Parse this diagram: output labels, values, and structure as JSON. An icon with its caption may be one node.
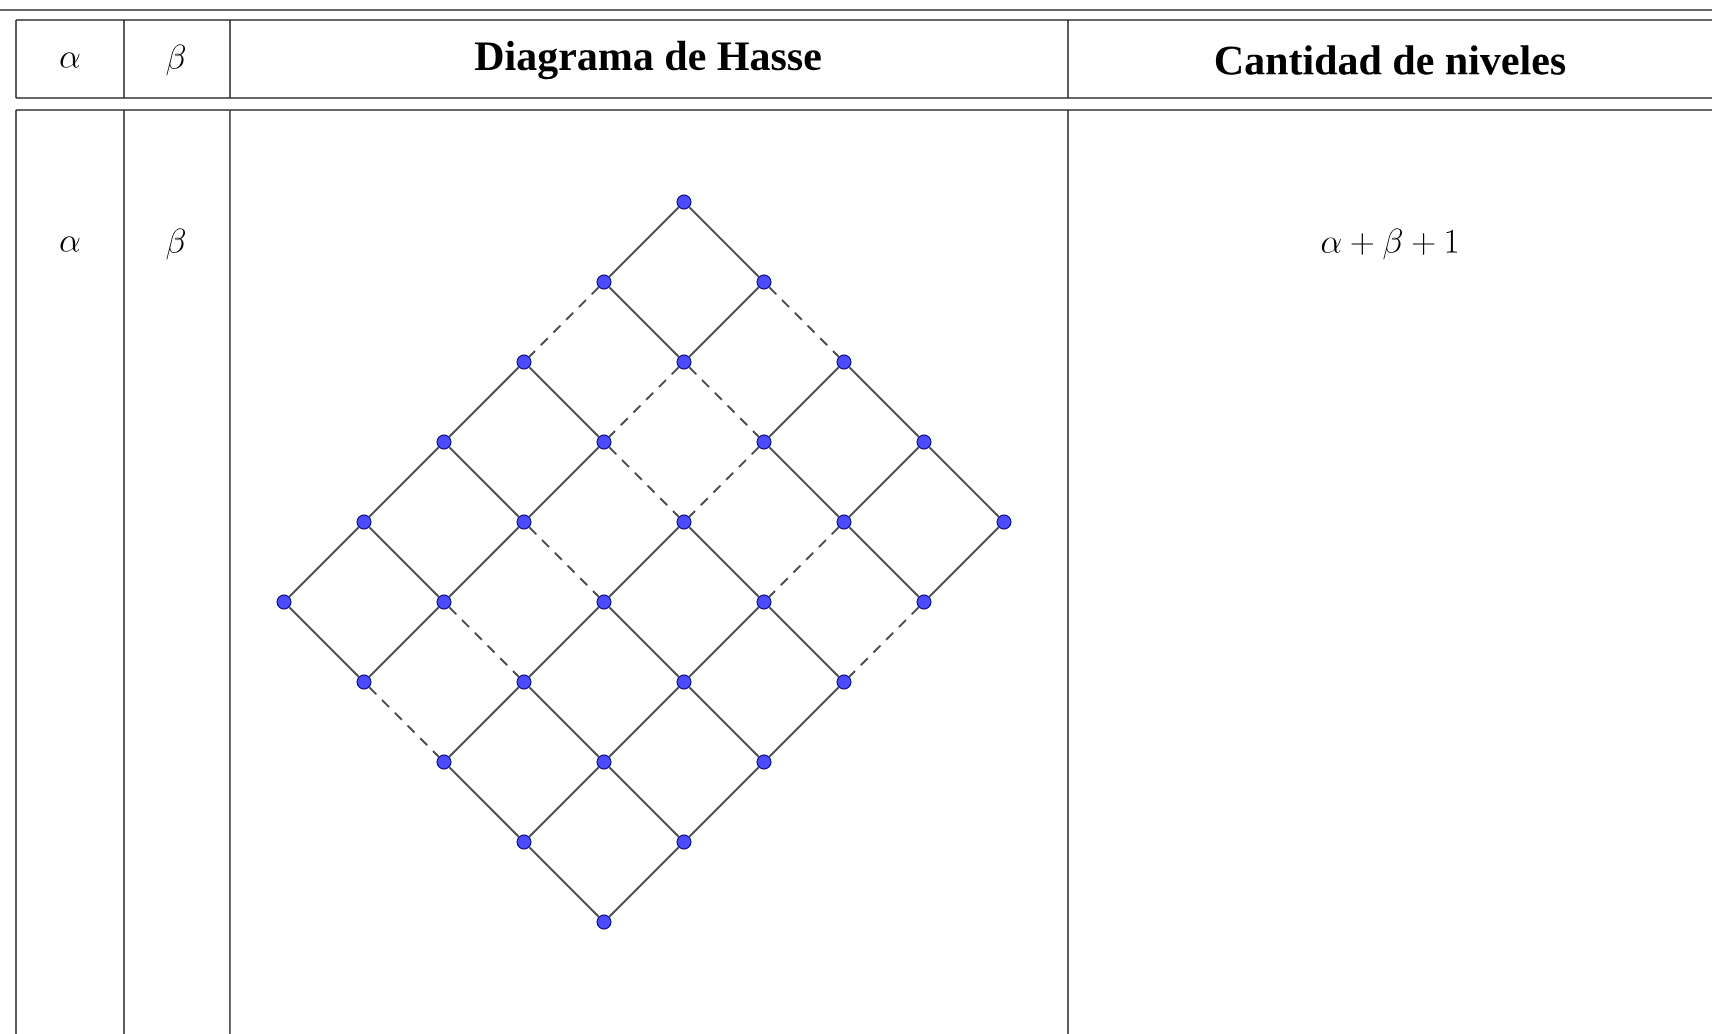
{
  "diagram": {
    "nodes": [
      {
        "text": [],
        "shape": "circle"
      },
      {
        "text": [],
        "shape": "circle"
      },
      {
        "text": [],
        "shape": "circle"
      },
      {
        "text": [],
        "shape": "circle"
      },
      {
        "text": [],
        "shape": "circle"
      },
      {
        "text": [],
        "shape": "circle"
      },
      {
        "text": [],
        "shape": "circle"
      },
      {
        "text": [],
        "shape": "circle"
      },
      {
        "text": [],
        "shape": "circle"
      },
      {
        "text": [],
        "shape": "circle"
      },
      {
        "text": [],
        "shape": "circle"
      },
      {
        "text": [],
        "shape": "circle"
      },
      {
        "text": [],
        "shape": "circle"
      },
      {
        "text": [],
        "shape": "circle"
      },
      {
        "text": [],
        "shape": "circle"
      },
      {
        "text": [],
        "shape": "circle"
      },
      {
        "text": [],
        "shape": "circle"
      },
      {
        "text": [],
        "shape": "circle"
      },
      {
        "text": [],
        "shape": "circle"
      },
      {
        "text": [],
        "shape": "circle"
      },
      {
        "text": [],
        "shape": "circle"
      },
      {
        "text": [],
        "shape": "circle"
      },
      {
        "text": [],
        "shape": "circle"
      },
      {
        "text": [],
        "shape": "circle"
      },
      {
        "text": [],
        "shape": "circle"
      },
      {
        "text": [],
        "shape": "circle"
      },
      {
        "text": [],
        "shape": "circle"
      },
      {
        "text": [],
        "shape": "circle"
      },
      {
        "text": [],
        "shape": "circle"
      },
      {
        "text": [],
        "shape": "circle"
      }
    ],
    "edges": [
      {
        "from": 0,
        "to": 1,
        "arrow": "none"
      },
      {
        "from": 0,
        "to": 5,
        "arrow": "none"
      },
      {
        "from": 1,
        "to": 2,
        "arrow": "none",
        "style": "dashed"
      },
      {
        "from": 1,
        "to": 6,
        "arrow": "none"
      },
      {
        "from": 2,
        "to": 3,
        "arrow": "none"
      },
      {
        "from": 2,
        "to": 7,
        "arrow": "none"
      },
      {
        "from": 3,
        "to": 4,
        "arrow": "none"
      },
      {
        "from": 3,
        "to": 8,
        "arrow": "none"
      },
      {
        "from": 4,
        "to": 9,
        "arrow": "none"
      },
      {
        "from": 5,
        "to": 6,
        "arrow": "none"
      },
      {
        "from": 5,
        "to": 10,
        "arrow": "none",
        "style": "dashed"
      },
      {
        "from": 6,
        "to": 7,
        "arrow": "none",
        "style": "dashed"
      },
      {
        "from": 6,
        "to": 11,
        "arrow": "none",
        "style": "dashed"
      },
      {
        "from": 7,
        "to": 8,
        "arrow": "none"
      },
      {
        "from": 7,
        "to": 12,
        "arrow": "none",
        "style": "dashed"
      },
      {
        "from": 8,
        "to": 9,
        "arrow": "none"
      },
      {
        "from": 8,
        "to": 13,
        "arrow": "none",
        "style": "dashed"
      },
      {
        "from": 9,
        "to": 14,
        "arrow": "none",
        "style": "dashed"
      },
      {
        "from": 10,
        "to": 11,
        "arrow": "none"
      },
      {
        "from": 10,
        "to": 15,
        "arrow": "none"
      },
      {
        "from": 11,
        "to": 12,
        "arrow": "none",
        "style": "dashed"
      },
      {
        "from": 11,
        "to": 16,
        "arrow": "none"
      },
      {
        "from": 12,
        "to": 13,
        "arrow": "none"
      },
      {
        "from": 12,
        "to": 17,
        "arrow": "none"
      },
      {
        "from": 13,
        "to": 14,
        "arrow": "none"
      },
      {
        "from": 13,
        "to": 18,
        "arrow": "none"
      },
      {
        "from": 14,
        "to": 19,
        "arrow": "none"
      },
      {
        "from": 15,
        "to": 16,
        "arrow": "none"
      },
      {
        "from": 15,
        "to": 20,
        "arrow": "none"
      },
      {
        "from": 16,
        "to": 17,
        "arrow": "none",
        "style": "dashed"
      },
      {
        "from": 16,
        "to": 21,
        "arrow": "none"
      },
      {
        "from": 17,
        "to": 18,
        "arrow": "none"
      },
      {
        "from": 17,
        "to": 22,
        "arrow": "none"
      },
      {
        "from": 18,
        "to": 19,
        "arrow": "none"
      },
      {
        "from": 18,
        "to": 23,
        "arrow": "none"
      },
      {
        "from": 19,
        "to": 24,
        "arrow": "none"
      },
      {
        "from": 20,
        "to": 21,
        "arrow": "none"
      },
      {
        "from": 20,
        "to": 25,
        "arrow": "none"
      },
      {
        "from": 21,
        "to": 22,
        "arrow": "none",
        "style": "dashed"
      },
      {
        "from": 21,
        "to": 26,
        "arrow": "none"
      },
      {
        "from": 22,
        "to": 23,
        "arrow": "none"
      },
      {
        "from": 22,
        "to": 27,
        "arrow": "none"
      },
      {
        "from": 23,
        "to": 24,
        "arrow": "none"
      },
      {
        "from": 23,
        "to": 28,
        "arrow": "none"
      },
      {
        "from": 24,
        "to": 29,
        "arrow": "none"
      },
      {
        "from": 25,
        "to": 26,
        "arrow": "none"
      },
      {
        "from": 26,
        "to": 27,
        "arrow": "none",
        "style": "dashed"
      },
      {
        "from": 27,
        "to": 28,
        "arrow": "none"
      },
      {
        "from": 28,
        "to": 29,
        "arrow": "none"
      }
    ],
    "labels": [
      "\\alpha",
      "\\beta",
      "Diagrama de Hasse",
      "Cantidad de niveles",
      "\\alpha",
      "\\beta",
      "\\alpha + \\beta + 1"
    ]
  }
}
